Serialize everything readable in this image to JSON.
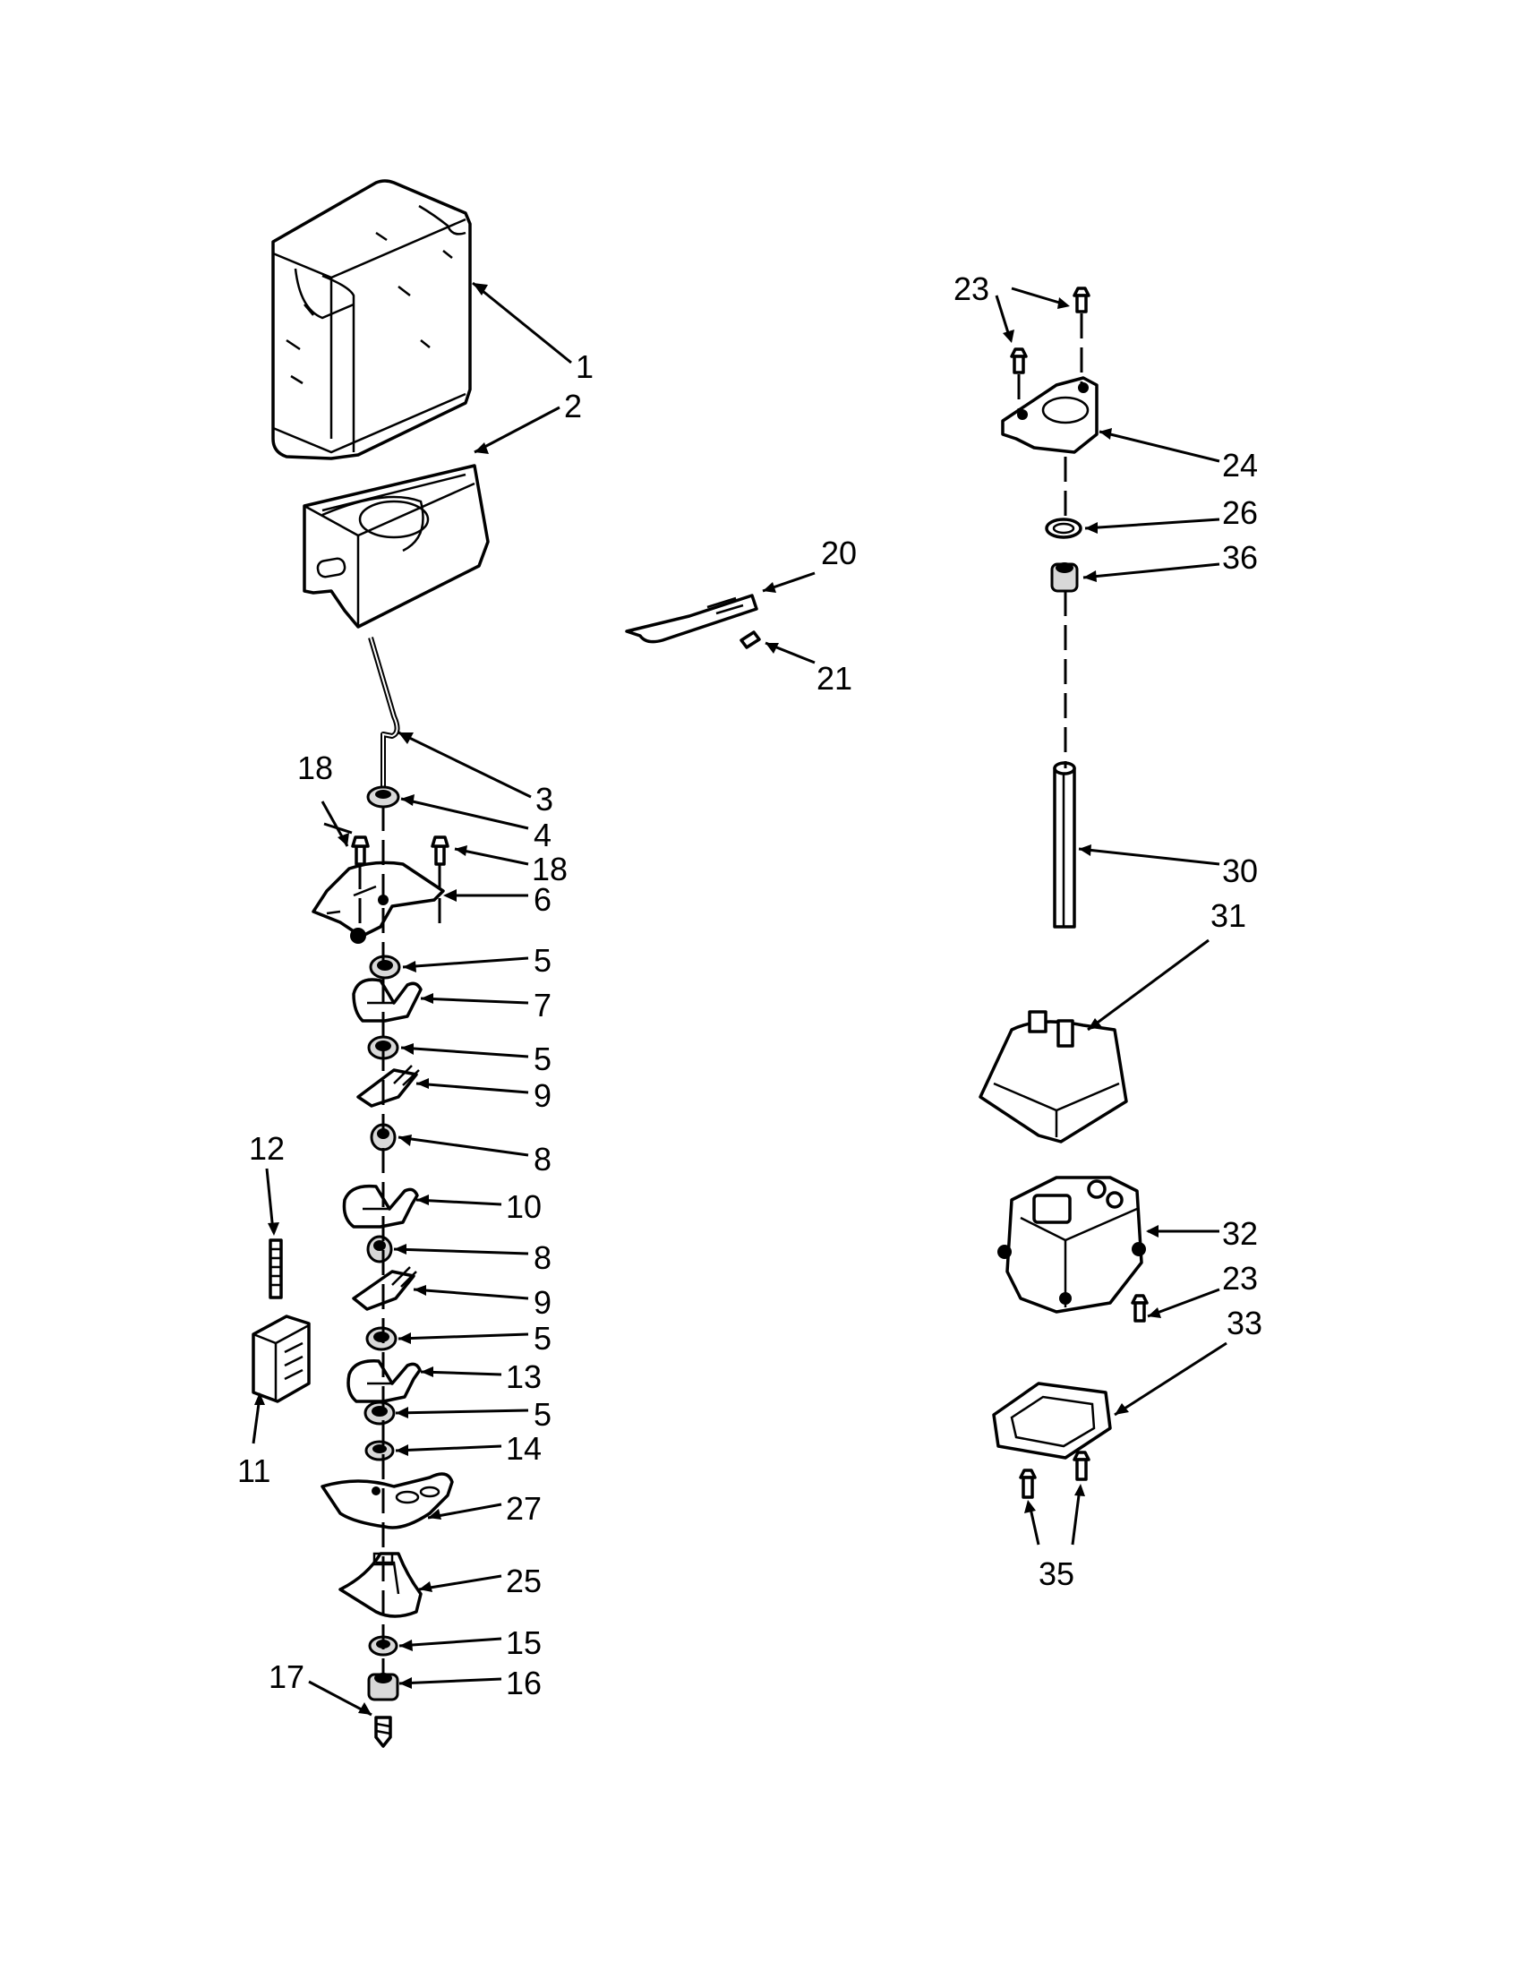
{
  "diagram": {
    "callouts": [
      {
        "id": "c1",
        "text": "1"
      },
      {
        "id": "c2",
        "text": "2"
      },
      {
        "id": "c3",
        "text": "3"
      },
      {
        "id": "c4",
        "text": "4"
      },
      {
        "id": "c18a",
        "text": "18"
      },
      {
        "id": "c18b",
        "text": "18"
      },
      {
        "id": "c6",
        "text": "6"
      },
      {
        "id": "c5a",
        "text": "5"
      },
      {
        "id": "c7",
        "text": "7"
      },
      {
        "id": "c5b",
        "text": "5"
      },
      {
        "id": "c9a",
        "text": "9"
      },
      {
        "id": "c8a",
        "text": "8"
      },
      {
        "id": "c10",
        "text": "10"
      },
      {
        "id": "c8b",
        "text": "8"
      },
      {
        "id": "c9b",
        "text": "9"
      },
      {
        "id": "c5c",
        "text": "5"
      },
      {
        "id": "c13",
        "text": "13"
      },
      {
        "id": "c5d",
        "text": "5"
      },
      {
        "id": "c14",
        "text": "14"
      },
      {
        "id": "c27",
        "text": "27"
      },
      {
        "id": "c25",
        "text": "25"
      },
      {
        "id": "c15",
        "text": "15"
      },
      {
        "id": "c16",
        "text": "16"
      },
      {
        "id": "c17",
        "text": "17"
      },
      {
        "id": "c12",
        "text": "12"
      },
      {
        "id": "c11",
        "text": "11"
      },
      {
        "id": "c20",
        "text": "20"
      },
      {
        "id": "c21",
        "text": "21"
      },
      {
        "id": "c23a",
        "text": "23"
      },
      {
        "id": "c24",
        "text": "24"
      },
      {
        "id": "c26",
        "text": "26"
      },
      {
        "id": "c36",
        "text": "36"
      },
      {
        "id": "c30",
        "text": "30"
      },
      {
        "id": "c31",
        "text": "31"
      },
      {
        "id": "c32",
        "text": "32"
      },
      {
        "id": "c23b",
        "text": "23"
      },
      {
        "id": "c33",
        "text": "33"
      },
      {
        "id": "c35",
        "text": "35"
      }
    ]
  }
}
